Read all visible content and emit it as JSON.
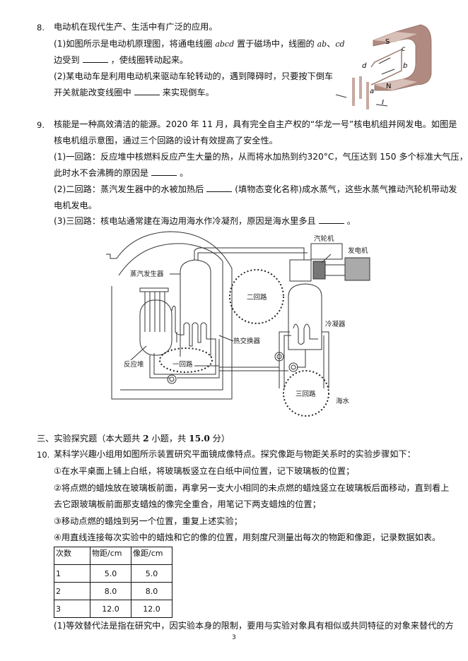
{
  "q8": {
    "number": "8.",
    "stem": "电动机在现代生产、生活中有广泛的应用。",
    "p1_a": "(1)如图所示是电动机原理图，将通电线圈",
    "p1_coil": "abcd",
    "p1_b": "置于磁场中，线圈的",
    "p1_ab": "ab",
    "p1_sep": "、",
    "p1_cd": "cd",
    "p1_c": "边受到",
    "p1_d": "，使线圈转动起来。",
    "p2_a": "(2)某电动车是利用电动机来驱动车轮转动的，遇到障碍时，只要按下倒车",
    "p2_b": "开关就能改变线圈中",
    "p2_c": "来实现倒车。",
    "figure": {
      "S": "S",
      "N": "N",
      "a": "a",
      "b": "b",
      "c": "c",
      "d": "d",
      "I": "I"
    }
  },
  "q9": {
    "number": "9.",
    "stem_1": "核能是一种高效清洁的能源。2020 年 11 月，具有完全自主产权的“华龙一号”核电机组并网发电。如图是",
    "stem_2": "核电机组示意图，通过三个回路的设计有效提高了安全性。",
    "p1_a": "(1)一回路：反应堆中核燃料反应产生大量的热，从而将水加热到约320°C，气压达到 150 多个标准大气压，",
    "p1_b": "此时水不会沸腾的原因是",
    "p1_c": "。",
    "p2_a": "(2)二回路：蒸汽发生器中的水被加热后",
    "p2_b": "(填物态变化名称)成水蒸气，这些水蒸气推动汽轮机带动发",
    "p2_c": "电机发电。",
    "p3_a": "(3)三回路：核电站通常建在海边用海水作冷凝剂，原因是海水里多且",
    "p3_b": "。",
    "diagram": {
      "turbine": "汽轮机",
      "generator": "发电机",
      "steam_generator": "蒸汽发生器",
      "loop2": "二回路",
      "condenser": "冷凝器",
      "heat_exchanger": "热交换器",
      "reactor": "反应堆",
      "loop1": "一回路",
      "loop3": "三回路",
      "seawater": "海水"
    }
  },
  "section3": {
    "title_a": "三、实验探究题（本大题共",
    "count": "2",
    "title_b": "小题，共",
    "score": "15.0",
    "title_c": "分）"
  },
  "q10": {
    "number": "10.",
    "stem": "某科学兴趣小组用如图所示装置研究平面镜成像特点。探究像距与物距关系时的实验步骤如下：",
    "steps": [
      "①在水平桌面上铺上白纸，将玻璃板竖立在白纸中间位置，记下玻璃板的位置；",
      "②将点燃的蜡烛放在玻璃板前面，再拿另一支大小相同的未点燃的蜡烛竖立在玻璃板后面移动，直到看上",
      "去它跟玻璃板前面那支蜡烛的像完全重合，用笔记下两支蜡烛的位置；",
      "③移动点燃的蜡烛到另一个位置，重复上述实验；",
      "④用直线连接每次实验中的蜡烛和它的像的位置，用刻度尺测量出每次的物距和像距，记录数据如表。"
    ],
    "table": {
      "headers": [
        "次数",
        "物距/cm",
        "像距/cm"
      ],
      "rows": [
        [
          "1",
          "5.0",
          "5.0"
        ],
        [
          "2",
          "8.0",
          "8.0"
        ],
        [
          "3",
          "12.0",
          "12.0"
        ]
      ]
    },
    "p1": "(1)等效替代法是指在研究中，因实验本身的限制，要用与实验对象具有相似或共同特征的对象来替代的方"
  },
  "page_number": "3"
}
